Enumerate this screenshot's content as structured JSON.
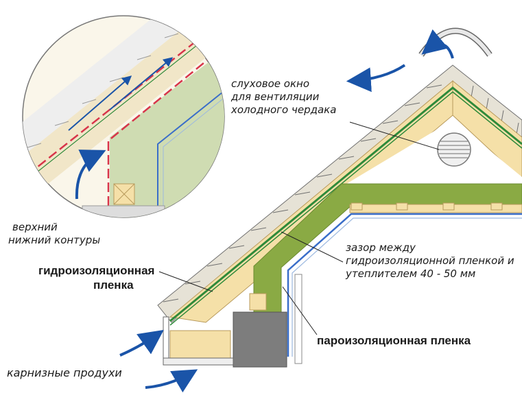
{
  "labels": {
    "dormer": [
      "слуховое окно",
      "для вентиляции",
      "холодного чердака"
    ],
    "contours": [
      "верхний",
      "нижний контуры"
    ],
    "waterproof": [
      "гидроизоляционная",
      "пленка"
    ],
    "gap": [
      "зазор между",
      "гидроизоляционной пленкой и",
      "утеплителем 40 - 50 мм"
    ],
    "vapor": "пароизоляционная пленка",
    "eaves": "карнизные продухи"
  },
  "colors": {
    "wood": "#f5e0a8",
    "wood_edge": "#b89a5c",
    "insulation": "#8aaa44",
    "waterproof_line": "#2f8a3a",
    "vapor_line": "#3a6ec9",
    "arrow": "#1a54a8",
    "brick": "#7d7d7d",
    "ridge_vent": "#e8e8e8"
  }
}
